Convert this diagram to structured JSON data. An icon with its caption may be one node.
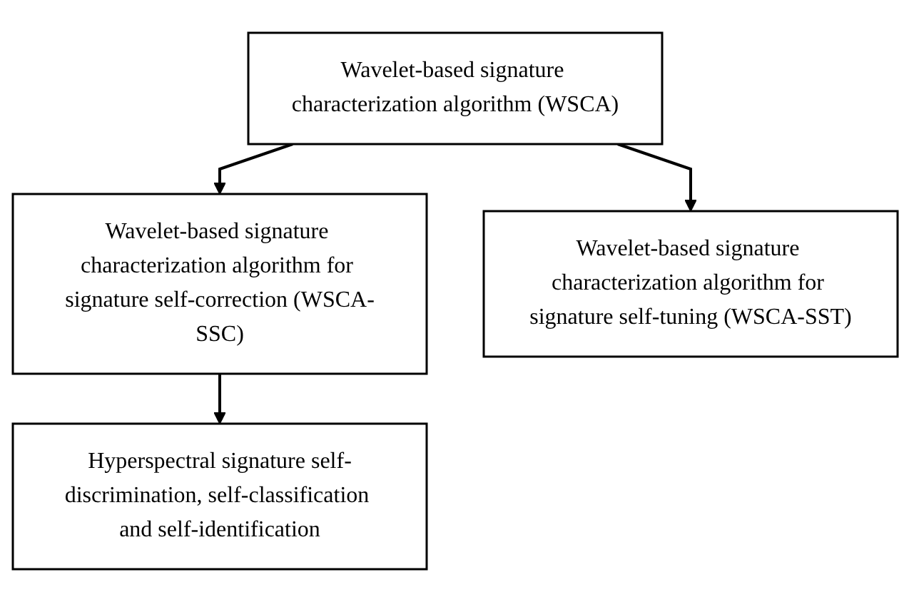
{
  "diagram": {
    "nodes": [
      {
        "text": [
          "Wavelet-based signature characterization algorithm (WSCA)"
        ]
      },
      {
        "text": [
          "Wavelet-based signature characterization algorithm for signature self-correction (WSCA-SSC)"
        ]
      },
      {
        "text": [
          "Wavelet-based signature characterization algorithm for signature self-tuning (WSCA-SST)"
        ]
      },
      {
        "text": [
          "Hyperspectral signature self-discrimination, self-classification and self-identification"
        ]
      }
    ],
    "edges": [
      {
        "from": 0,
        "to": 1,
        "arrow": "to"
      },
      {
        "from": 0,
        "to": 2,
        "arrow": "to"
      },
      {
        "from": 1,
        "to": 3,
        "arrow": "to"
      }
    ]
  }
}
